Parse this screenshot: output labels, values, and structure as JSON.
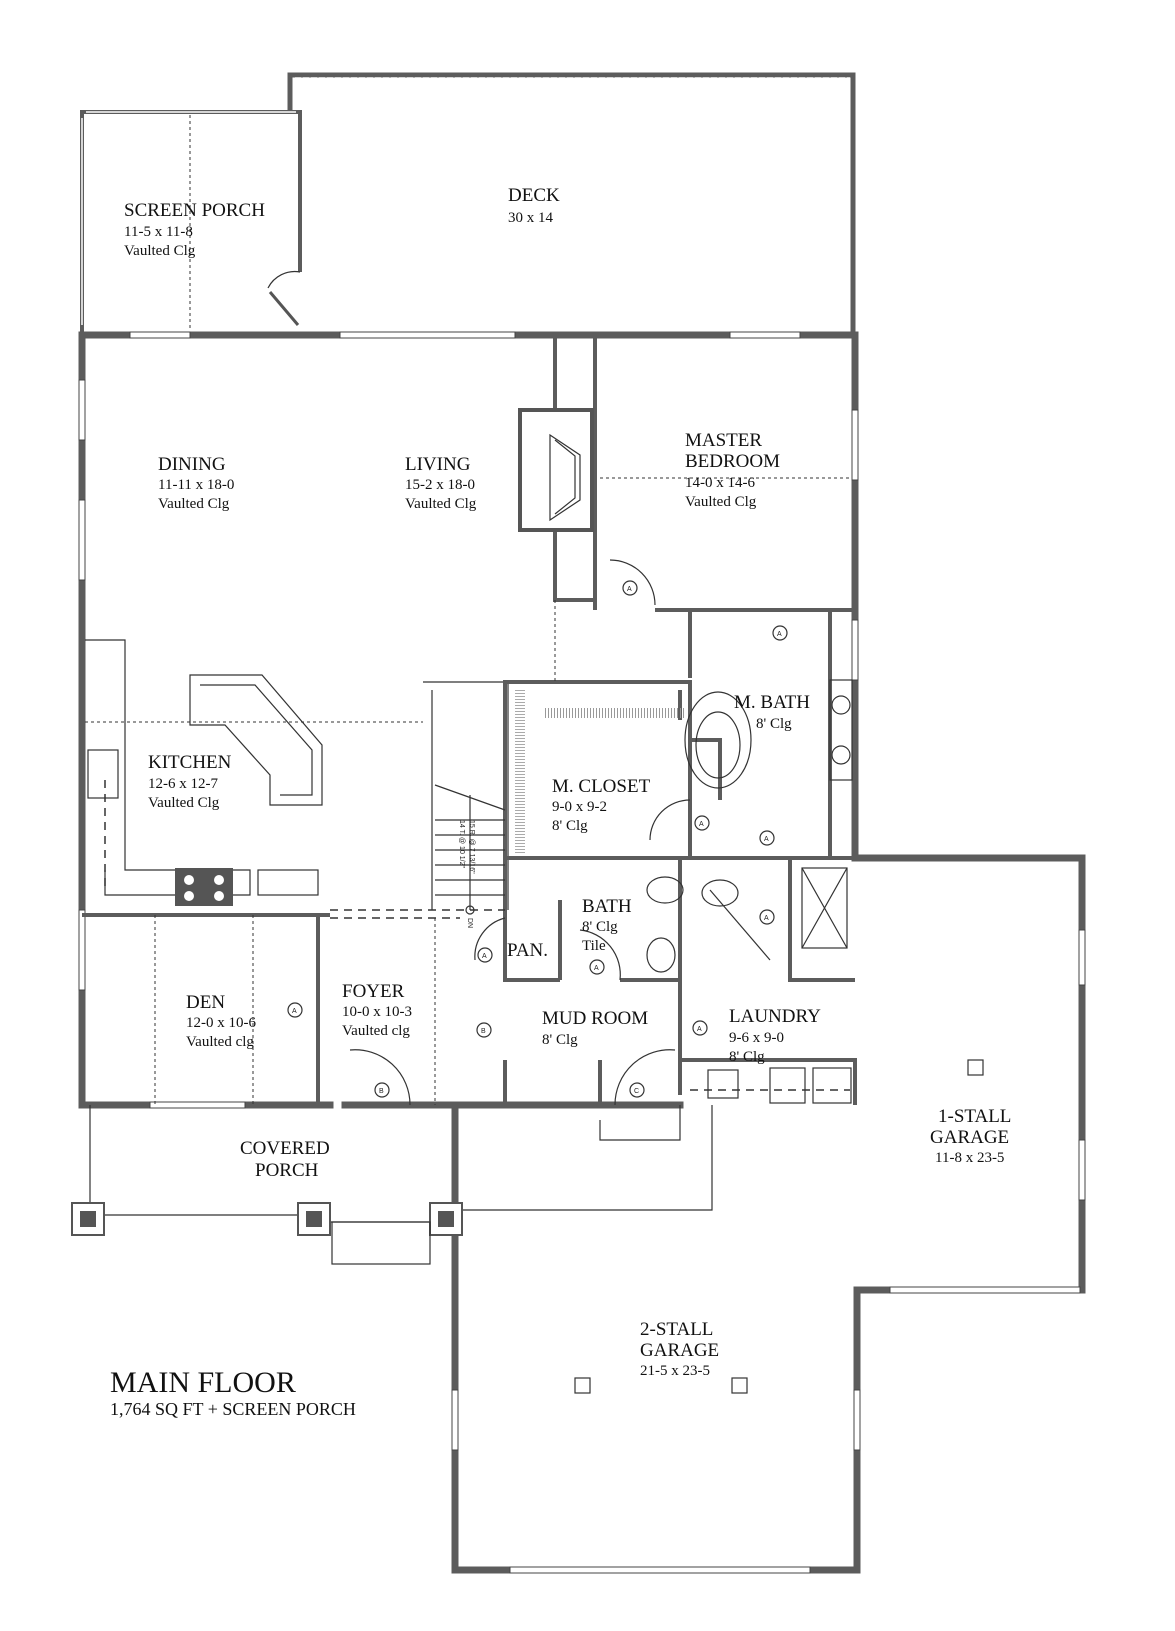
{
  "plan_title": "MAIN FLOOR",
  "plan_subtitle": "1,764 SQ FT + SCREEN PORCH",
  "rooms": {
    "screen_porch": {
      "name": "SCREEN PORCH",
      "size": "11-5 x 11-8",
      "ceiling": "Vaulted Clg"
    },
    "deck": {
      "name": "DECK",
      "size": "30 x 14"
    },
    "dining": {
      "name": "DINING",
      "size": "11-11 x 18-0",
      "ceiling": "Vaulted Clg"
    },
    "living": {
      "name": "LIVING",
      "size": "15-2 x 18-0",
      "ceiling": "Vaulted Clg"
    },
    "master_bedroom": {
      "name1": "MASTER",
      "name2": "BEDROOM",
      "size": "14-0 x 14-6",
      "ceiling": "Vaulted Clg"
    },
    "master_bath": {
      "name": "M. BATH",
      "ceiling": "8' Clg"
    },
    "kitchen": {
      "name": "KITCHEN",
      "size": "12-6 x 12-7",
      "ceiling": "Vaulted Clg"
    },
    "master_closet": {
      "name": "M. CLOSET",
      "size": "9-0 x 9-2",
      "ceiling": "8' Clg"
    },
    "bath": {
      "name": "BATH",
      "ceiling": "8' Clg",
      "finish": "Tile"
    },
    "pantry": {
      "name": "PAN."
    },
    "den": {
      "name": "DEN",
      "size": "12-0 x 10-6",
      "ceiling": "Vaulted clg"
    },
    "foyer": {
      "name": "FOYER",
      "size": "10-0 x 10-3",
      "ceiling": "Vaulted clg"
    },
    "mud_room": {
      "name": "MUD ROOM",
      "ceiling": "8' Clg"
    },
    "laundry": {
      "name": "LAUNDRY",
      "size": "9-6 x 9-0",
      "ceiling": "8' Clg"
    },
    "covered_porch": {
      "name1": "COVERED",
      "name2": "PORCH"
    },
    "garage_1": {
      "name1": "1-STALL",
      "name2": "GARAGE",
      "size": "11-8 x 23-5"
    },
    "garage_2": {
      "name1": "2-STALL",
      "name2": "GARAGE",
      "size": "21-5 x 23-5"
    }
  },
  "stair": {
    "risers": "15 R. @ 7 13/16\"",
    "treads": "14 T. @ 10 1/2\"",
    "direction": "DN"
  },
  "door_tags": [
    "A",
    "B",
    "C"
  ]
}
